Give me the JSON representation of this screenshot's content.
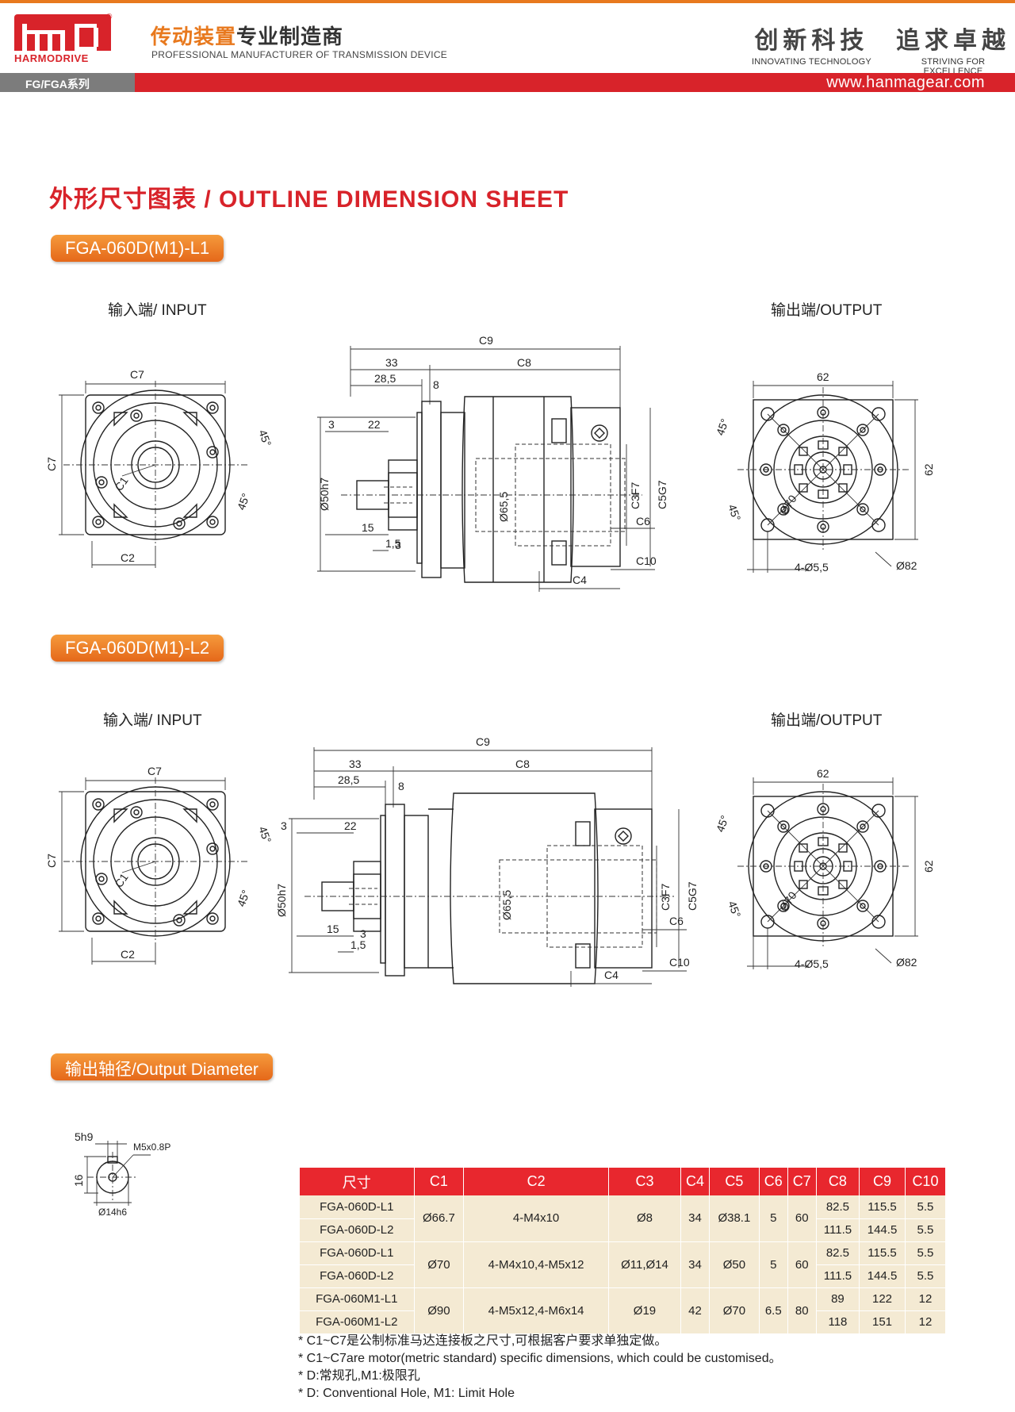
{
  "header": {
    "logo_text": "HARMODRIVE",
    "logo_mark": "hmd",
    "registered": "®",
    "cn_orange": "传动装置",
    "cn_dark": "专业制造商",
    "en_sub": "PROFESSIONAL MANUFACTURER OF TRANSMISSION DEVICE",
    "slogan1_cn": "创新科技",
    "slogan1_en": "INNOVATING TECHNOLOGY",
    "slogan2_cn": "追求卓越",
    "slogan2_en": "STRIVING FOR EXCELLENCE",
    "series": "FG/FGA系列",
    "website": "www.hanmagear.com"
  },
  "title": "外形尺寸图表 / OUTLINE DIMENSION SHEET",
  "sections": {
    "l1": "FGA-060D(M1)-L1",
    "l2": "FGA-060D(M1)-L2",
    "output_diameter": "输出轴径/Output Diameter"
  },
  "view_labels": {
    "input": "输入端/ INPUT",
    "output": "输出端/OUTPUT"
  },
  "dims": {
    "c1": "C1",
    "c2": "C2",
    "c3f7": "C3F7",
    "c4": "C4",
    "c5g7": "C5G7",
    "c6": "C6",
    "c7": "C7",
    "c8": "C8",
    "c9": "C9",
    "c10": "C10",
    "d33": "33",
    "d28_5": "28,5",
    "d8": "8",
    "d3": "3",
    "d22": "22",
    "d15": "15",
    "d1_5": "1,5",
    "phi50h7": "Ø50h7",
    "phi65_5": "Ø65,5",
    "a45": "45°",
    "d62": "62",
    "phi70": "Ø70",
    "phi82": "Ø82",
    "holes": "4-Ø5,5",
    "key_5h9": "5h9",
    "key_16": "16",
    "key_m5": "M5x0.8P",
    "key_phi14": "Ø14h6"
  },
  "table": {
    "headers": [
      "尺寸",
      "C1",
      "C2",
      "C3",
      "C4",
      "C5",
      "C6",
      "C7",
      "C8",
      "C9",
      "C10"
    ],
    "groups": [
      {
        "models": [
          "FGA-060D-L1",
          "FGA-060D-L2"
        ],
        "c1": "Ø66.7",
        "c2": "4-M4x10",
        "c3": "Ø8",
        "c4": "34",
        "c5": "Ø38.1",
        "c6": "5",
        "c7": "60",
        "rows": [
          [
            "82.5",
            "115.5",
            "5.5"
          ],
          [
            "111.5",
            "144.5",
            "5.5"
          ]
        ]
      },
      {
        "models": [
          "FGA-060D-L1",
          "FGA-060D-L2"
        ],
        "c1": "Ø70",
        "c2": "4-M4x10,4-M5x12",
        "c3": "Ø11,Ø14",
        "c4": "34",
        "c5": "Ø50",
        "c6": "5",
        "c7": "60",
        "rows": [
          [
            "82.5",
            "115.5",
            "5.5"
          ],
          [
            "111.5",
            "144.5",
            "5.5"
          ]
        ]
      },
      {
        "models": [
          "FGA-060M1-L1",
          "FGA-060M1-L2"
        ],
        "c1": "Ø90",
        "c2": "4-M5x12,4-M6x14",
        "c3": "Ø19",
        "c4": "42",
        "c5": "Ø70",
        "c6": "6.5",
        "c7": "80",
        "rows": [
          [
            "89",
            "122",
            "12"
          ],
          [
            "118",
            "151",
            "12"
          ]
        ]
      }
    ]
  },
  "notes": [
    "* C1~C7是公制标准马达连接板之尺寸,可根据客户要求单独定做。",
    "* C1~C7are motor(metric standard)  specific dimensions, which could be customised。",
    "* D:常规孔,M1:极限孔",
    "* D: Conventional Hole, M1: Limit Hole"
  ]
}
